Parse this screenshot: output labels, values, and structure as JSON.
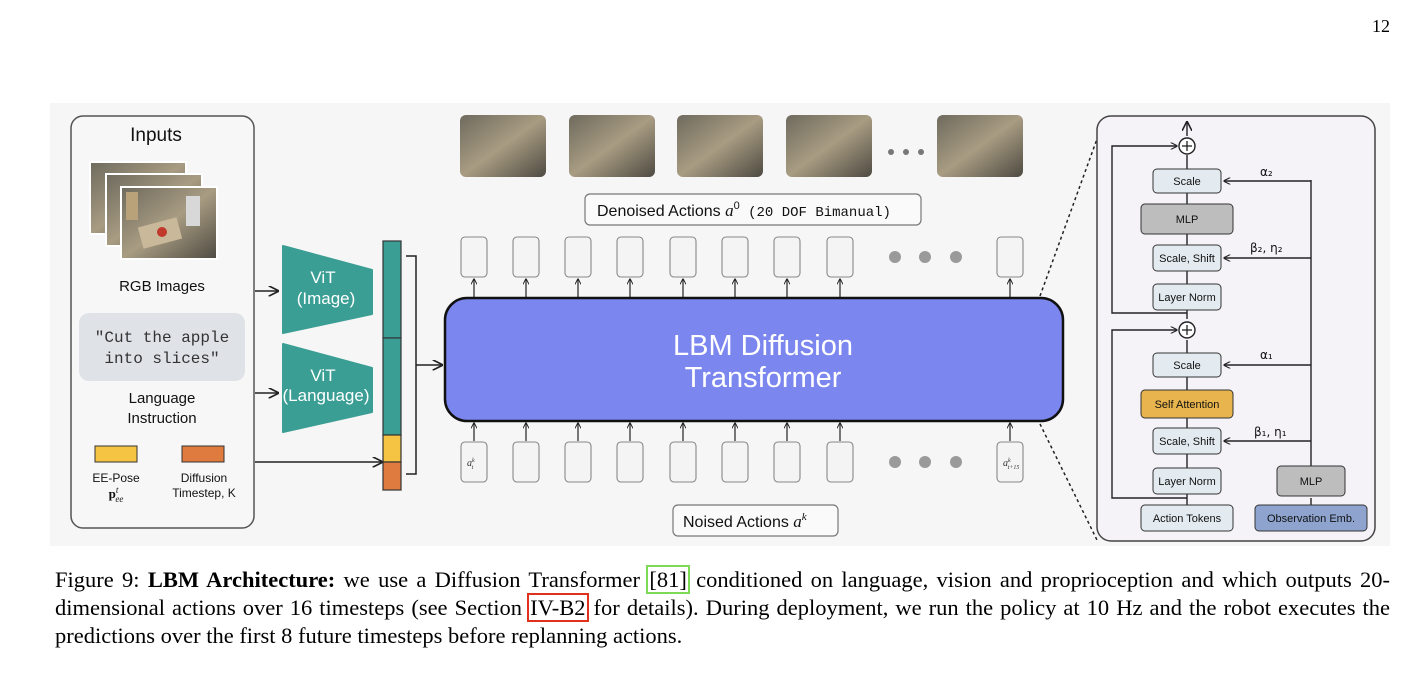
{
  "page": {
    "number": "12"
  },
  "figure": {
    "inputs_panel": {
      "title": "Inputs",
      "rgb_label": "RGB Images",
      "instruction_quote_line1": "\"Cut the apple",
      "instruction_quote_line2": "into slices\"",
      "language_label_line1": "Language",
      "language_label_line2": "Instruction",
      "ee_pose_label": "EE-Pose",
      "ee_pose_symbol": "p",
      "ee_pose_sup": "t",
      "ee_pose_sub": "ee",
      "diffusion_label_line1": "Diffusion",
      "diffusion_label_line2": "Timestep, K"
    },
    "encoders": {
      "vit_image_line1": "ViT",
      "vit_image_line2": "(Image)",
      "vit_language_line1": "ViT",
      "vit_language_line2": "(Language)"
    },
    "transformer": {
      "line1": "LBM Diffusion",
      "line2": "Transformer"
    },
    "denoised_label": {
      "text": "Denoised Actions ",
      "symbol": "a",
      "sup": "0",
      "mono": " (20 DOF Bimanual)"
    },
    "noised_label": {
      "text": "Noised Actions ",
      "symbol": "a",
      "sup": "k"
    },
    "token_first": {
      "symbol": "a",
      "sup": "k",
      "sub": "t"
    },
    "token_last": {
      "symbol": "a",
      "sup": "k",
      "sub": "t+15"
    },
    "block_detail": {
      "scale_top": "Scale",
      "mlp_top": "MLP",
      "scale_shift_top": "Scale, Shift",
      "layer_norm_top": "Layer Norm",
      "scale_bottom": "Scale",
      "self_attention": "Self Attention",
      "scale_shift_bottom": "Scale, Shift",
      "layer_norm_bottom": "Layer Norm",
      "action_tokens": "Action Tokens",
      "mlp_obs": "MLP",
      "observation_emb": "Observation Emb.",
      "alpha2": "α₂",
      "beta2_eta2": "β₂, η₂",
      "alpha1": "α₁",
      "beta1_eta1": "β₁, η₁"
    },
    "colors": {
      "teal": "#3a9e94",
      "transformer": "#7b86ee",
      "ee_pose": "#f5c443",
      "diffusion": "#e07b3f",
      "self_attention": "#e8b44d",
      "obs_emb": "#8ea4cf"
    }
  },
  "caption": {
    "prefix": "Figure 9: ",
    "bold": "LBM Architecture:",
    "part1": " we use a Diffusion Transformer ",
    "ref1": "[81]",
    "part2": " conditioned on language, vision and proprioception and which outputs 20-dimensional actions over 16 timesteps (see Section ",
    "ref2": "IV-B2",
    "part3": " for details). During deployment, we run the policy at 10 Hz and the robot executes the predictions over the first 8 future timesteps before replanning actions."
  }
}
